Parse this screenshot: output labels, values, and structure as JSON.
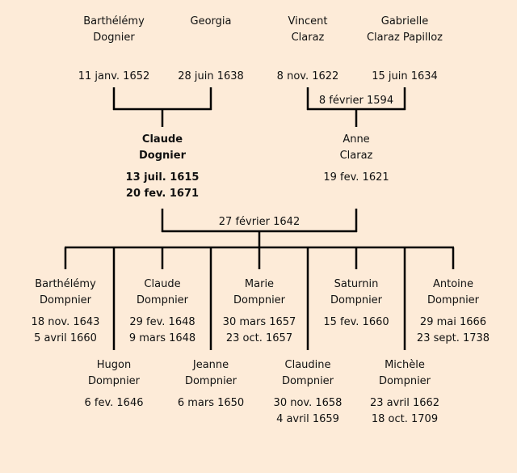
{
  "grandparents": [
    {
      "first": "Barthélémy",
      "last": "Dognier",
      "birth": "11 janv. 1652"
    },
    {
      "first": "Georgia",
      "last": "",
      "birth": "28 juin 1638"
    },
    {
      "first": "Vincent",
      "last": "Claraz",
      "birth": "8 nov. 1622"
    },
    {
      "first": "Gabrielle",
      "last": "Claraz Papilloz",
      "birth": "15 juin 1634"
    }
  ],
  "grandparents_marriage_right": "8 février 1594",
  "parents": [
    {
      "first": "Claude",
      "last": "Dognier",
      "birth": "13 juil. 1615",
      "death": "20 fev. 1671",
      "highlighted": true
    },
    {
      "first": "Anne",
      "last": "Claraz",
      "birth": "19 fev. 1621",
      "death": ""
    }
  ],
  "parents_marriage": "27 février 1642",
  "children_row1": [
    {
      "first": "Barthélémy",
      "last": "Dompnier",
      "birth": "18 nov. 1643",
      "death": "5 avril 1660"
    },
    {
      "first": "Claude",
      "last": "Dompnier",
      "birth": "29 fev. 1648",
      "death": "9 mars 1648"
    },
    {
      "first": "Marie",
      "last": "Dompnier",
      "birth": "30 mars 1657",
      "death": "23 oct. 1657"
    },
    {
      "first": "Saturnin",
      "last": "Dompnier",
      "birth": "15 fev. 1660",
      "death": ""
    },
    {
      "first": "Antoine",
      "last": "Dompnier",
      "birth": "29 mai 1666",
      "death": "23 sept. 1738"
    }
  ],
  "children_row2": [
    {
      "first": "Hugon",
      "last": "Dompnier",
      "birth": "6 fev. 1646",
      "death": ""
    },
    {
      "first": "Jeanne",
      "last": "Dompnier",
      "birth": "6 mars 1650",
      "death": ""
    },
    {
      "first": "Claudine",
      "last": "Dompnier",
      "birth": "30 nov. 1658",
      "death": "4 avril 1659"
    },
    {
      "first": "Michèle",
      "last": "Dompnier",
      "birth": "23 avril 1662",
      "death": "18 oct. 1709"
    }
  ],
  "colors": {
    "background": "#fdebd8",
    "line": "#000000",
    "text": "#111111"
  }
}
